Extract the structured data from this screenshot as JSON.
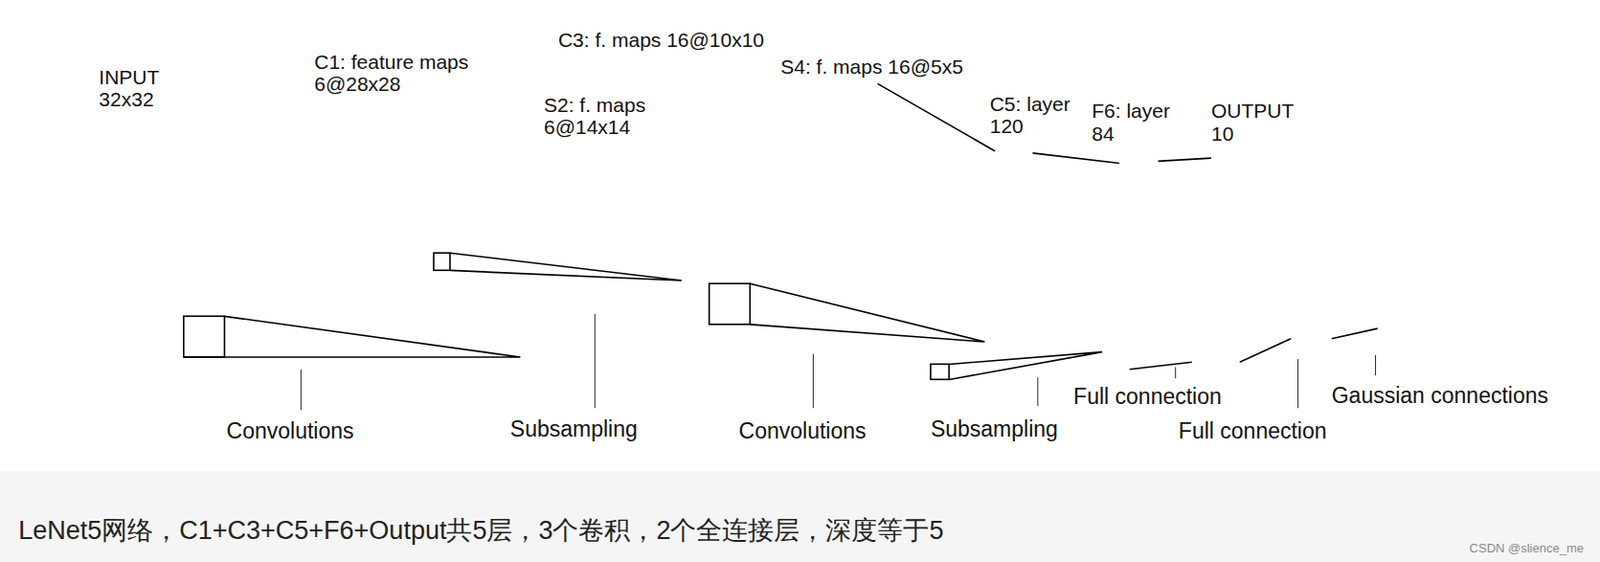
{
  "diagram": {
    "caption": "LeNet5网络，C1+C3+C5+F6+Output共5层，3个卷积，2个全连接层，深度等于5",
    "nodes": [
      {
        "text": [
          "INPUT 32x32"
        ]
      },
      {
        "text": [
          "C1: feature maps 6@28x28"
        ]
      },
      {
        "text": [
          "S2: f. maps 6@14x14"
        ]
      },
      {
        "text": [
          "C3: f. maps 16@10x10"
        ]
      },
      {
        "text": [
          "S4: f. maps 16@5x5"
        ]
      },
      {
        "text": [
          "C5: layer 120"
        ]
      },
      {
        "text": [
          "F6: layer 84"
        ]
      },
      {
        "text": [
          "OUTPUT 10"
        ]
      }
    ],
    "edges": [
      {
        "from": 0,
        "to": 1,
        "arrow": "none"
      },
      {
        "from": 1,
        "to": 2,
        "arrow": "none"
      },
      {
        "from": 2,
        "to": 3,
        "arrow": "none"
      },
      {
        "from": 3,
        "to": 4,
        "arrow": "none"
      },
      {
        "from": 4,
        "to": 5,
        "arrow": "none"
      },
      {
        "from": 5,
        "to": 6,
        "arrow": "none"
      },
      {
        "from": 6,
        "to": 7,
        "arrow": "none"
      }
    ],
    "labels": [
      "Convolutions",
      "Subsampling",
      "Convolutions",
      "Subsampling",
      "Full connection",
      "Full connection",
      "Gaussian connections",
      "CSDN @slience_me"
    ]
  }
}
